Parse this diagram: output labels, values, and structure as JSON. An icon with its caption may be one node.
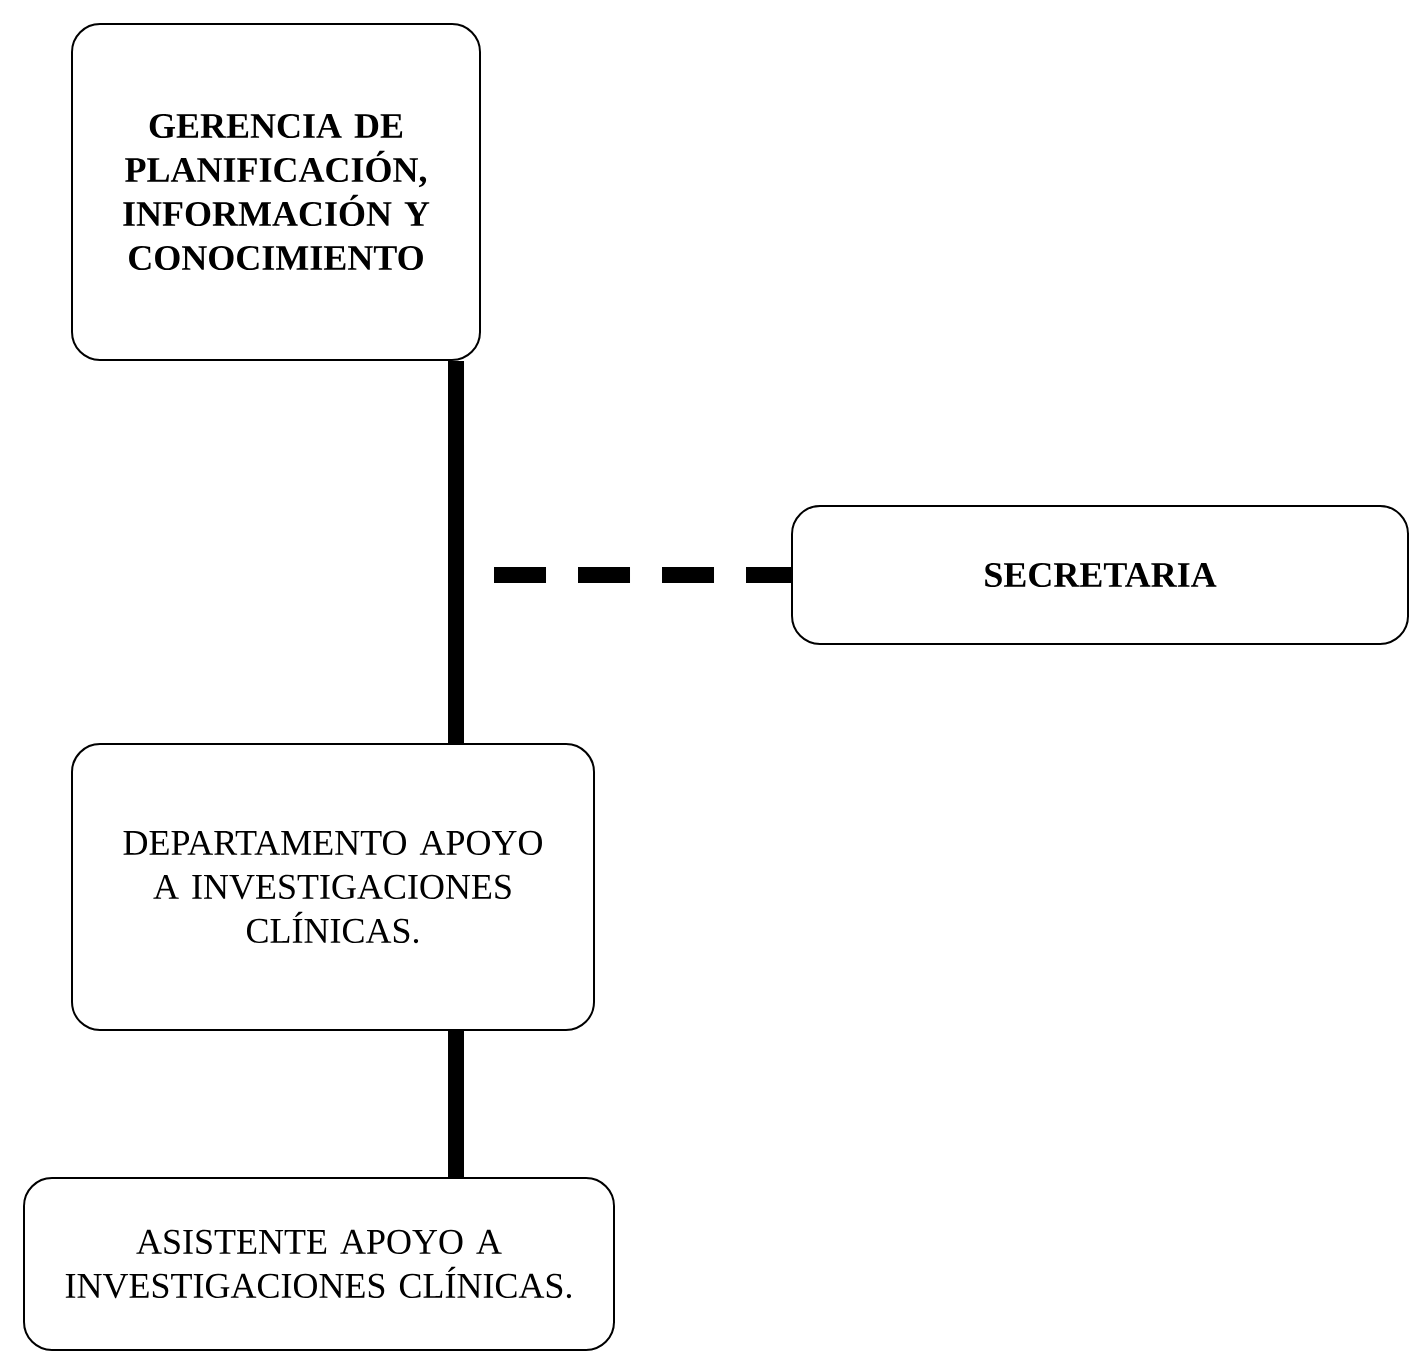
{
  "diagram": {
    "nodes": [
      {
        "text": [
          "GERENCIA DE PLANIFICACIÓN, INFORMACIÓN Y CONOCIMIENTO"
        ]
      },
      {
        "text": [
          "SECRETARIA"
        ]
      },
      {
        "text": [
          "DEPARTAMENTO APOYO A INVESTIGACIONES CLÍNICAS."
        ]
      },
      {
        "text": [
          "ASISTENTE APOYO A INVESTIGACIONES CLÍNICAS."
        ]
      }
    ],
    "edges": [
      {
        "from": 0,
        "to": 2,
        "arrow": "none"
      },
      {
        "from": 0,
        "to": 1,
        "arrow": "none",
        "style": "dashed"
      },
      {
        "from": 2,
        "to": 3,
        "arrow": "none"
      }
    ]
  }
}
